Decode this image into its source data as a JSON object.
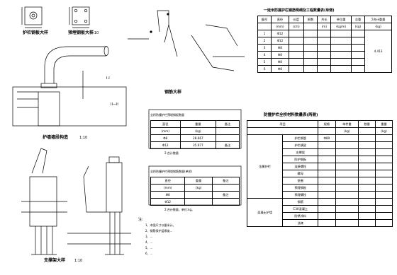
{
  "drawing": {
    "left": {
      "label_a": "护栏钢板大样",
      "label_b": "预埋钢板大样",
      "label_c": "护墙墙段构造",
      "label_d": "支撑架大样",
      "label_e": "I-I",
      "scale_1": "1:10",
      "scale_2": "1:10",
      "scale_3": "1:10"
    },
    "middle": {
      "section_label": "钢筋大样",
      "section_ii": "II—II",
      "table1_title": "全桥防撞护栏预埋钢板数量",
      "table1_header": [
        "直径",
        "重量",
        "备注"
      ],
      "table1_header_units": [
        "(mm)",
        "(kg)",
        ""
      ],
      "table1_rows": [
        [
          "Φ8",
          "28.667",
          ""
        ],
        [
          "Φ12",
          "35.677",
          "备注"
        ]
      ],
      "table1_footnote": "Σ:合计数量",
      "table2_title": "全桥防撞护栏预埋钢筋数量(单桥)",
      "table2_header": [
        "直径",
        "重量",
        "备注"
      ],
      "table2_header_units": [
        "(mm)",
        "(kg)",
        ""
      ],
      "table2_rows": [
        [
          "Φ8",
          "",
          "备注"
        ],
        [
          "Φ12",
          "",
          ""
        ]
      ],
      "table2_footnote": "Σ:合计数量，单位:kg。",
      "notes_title": "注：",
      "notes": [
        "1、本图尺寸以厘米计。",
        "2、钢筋保护层厚度...",
        "3、...",
        "4、...",
        "5、...",
        "6、..."
      ]
    },
    "right": {
      "table3_title": "一延米防撞护栏钢筋明细及工程数量表(单侧)",
      "table3_header": [
        "编号",
        "直径",
        "长度",
        "根数",
        "共长",
        "单位重",
        "总重",
        "Σ合计重量"
      ],
      "table3_units": [
        "",
        "(mm)",
        "(cm)",
        "",
        "(m)",
        "(kg/m)",
        "(kg)",
        "(kg)"
      ],
      "table3_rows": [
        [
          "1",
          "Φ12",
          "",
          "",
          "",
          "",
          "",
          ""
        ],
        [
          "2",
          "Φ12",
          "",
          "",
          "",
          "",
          "",
          "4.413"
        ],
        [
          "3",
          "Φ8",
          "",
          "",
          "",
          "",
          "",
          ""
        ],
        [
          "4",
          "Φ8",
          "",
          "",
          "",
          "",
          "",
          ""
        ],
        [
          "5",
          "Φ8",
          "",
          "",
          "",
          "",
          "",
          ""
        ],
        [
          "6",
          "Φ8",
          "",
          "",
          "",
          "",
          "",
          ""
        ]
      ],
      "table4_title": "防撞护栏全桥材料数量表(两侧)",
      "table4_header": [
        "项目",
        "规格",
        "单件重",
        "数量",
        "重量"
      ],
      "table4_units": [
        "",
        "",
        "(kg)",
        "",
        "(kg)"
      ],
      "table4_rows": [
        [
          "护栏钢管",
          "Φ89",
          "",
          "",
          ""
        ],
        [
          "护栏横梁",
          "",
          "",
          "",
          ""
        ],
        [
          "支撑架",
          "",
          "",
          "",
          ""
        ],
        [
          "防护钢板",
          "",
          "",
          "",
          ""
        ],
        [
          "连接螺栓",
          "",
          "",
          "",
          ""
        ],
        [
          "螺母",
          "",
          "",
          "",
          ""
        ],
        [
          "垫圈",
          "",
          "",
          "",
          ""
        ],
        [
          "预埋钢板",
          "",
          "",
          "",
          ""
        ],
        [
          "预埋螺栓",
          "",
          "",
          "",
          ""
        ],
        [
          "钢筋",
          "",
          "",
          "",
          ""
        ],
        [
          "C30混凝土",
          "",
          "",
          "",
          ""
        ],
        [
          "防锈涂料",
          "",
          "",
          "",
          ""
        ],
        [
          "油漆",
          "",
          "",
          "",
          ""
        ]
      ],
      "table4_side_label_1": "金属护栏",
      "table4_side_label_2": "混凝土护墙"
    }
  }
}
